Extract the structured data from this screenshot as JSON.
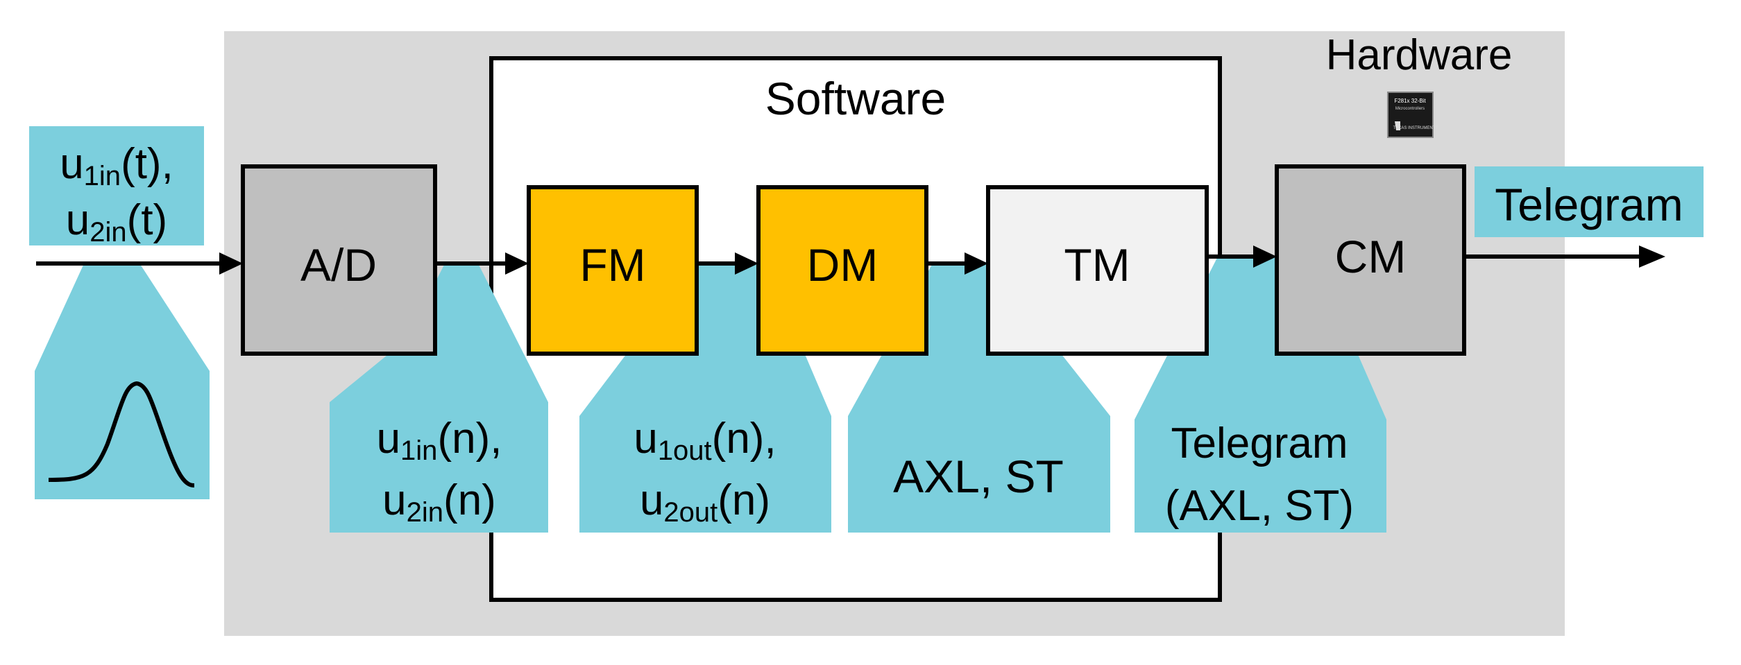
{
  "hardware_label": "Hardware",
  "software_label": "Software",
  "chip_icon": {
    "name": "microcontroller-chip-icon",
    "line1": "F281x 32-Bit",
    "line2": "Microcontrollers",
    "brand": "TEXAS INSTRUMENTS"
  },
  "blocks": {
    "ad": "A/D",
    "fm": "FM",
    "dm": "DM",
    "tm": "TM",
    "cm": "CM"
  },
  "input_signal": {
    "line1": {
      "base": "u",
      "sub": "1in",
      "tail": "(t),"
    },
    "line2": {
      "base": "u",
      "sub": "2in",
      "tail": "(t)"
    }
  },
  "output_label": "Telegram",
  "callouts": {
    "after_ad": {
      "line1": {
        "base": "u",
        "sub": "1in",
        "tail": "(n),"
      },
      "line2": {
        "base": "u",
        "sub": "2in",
        "tail": "(n)"
      }
    },
    "after_fm": {
      "line1": {
        "base": "u",
        "sub": "1out",
        "tail": "(n),"
      },
      "line2": {
        "base": "u",
        "sub": "2out",
        "tail": "(n)"
      }
    },
    "after_dm": {
      "text": "AXL, ST"
    },
    "after_tm": {
      "line1": "Telegram",
      "line2": "(AXL, ST)"
    }
  },
  "colors": {
    "hardware_bg": "#d9d9d9",
    "callout": "#7ccfdd",
    "gray_block": "#bfbfbf",
    "orange_block": "#ffc000",
    "light_block": "#f2f2f2"
  }
}
